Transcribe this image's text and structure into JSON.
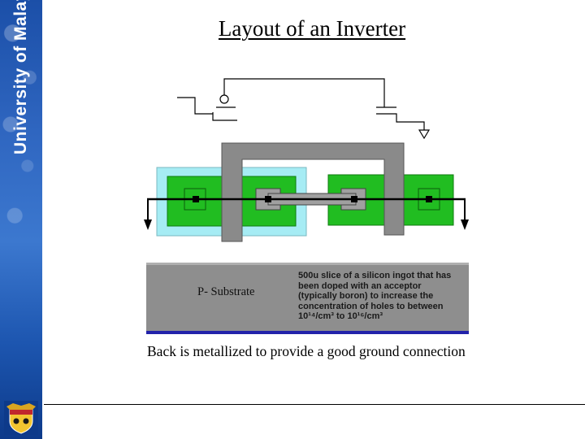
{
  "sidebar": {
    "university_name": "University of Malaya",
    "crest_icon": "university-crest-icon"
  },
  "slide": {
    "title": "Layout of an Inverter",
    "substrate_label": "P- Substrate",
    "substrate_description": "500u slice of a silicon ingot that has been doped with an acceptor (typically boron) to increase the concentration of holes to between 10¹⁴/cm³ to 10¹⁶/cm³",
    "caption": "Back is metallized to provide a good ground connection"
  },
  "colors": {
    "sidebar_blue": "#1d56b0",
    "nwell_cyan": "#a6ecf4",
    "active_green": "#21bd21",
    "poly_gray": "#8a8a8a",
    "substrate_gray": "#8e8e8e",
    "substrate_edge_blue": "#2222aa"
  }
}
